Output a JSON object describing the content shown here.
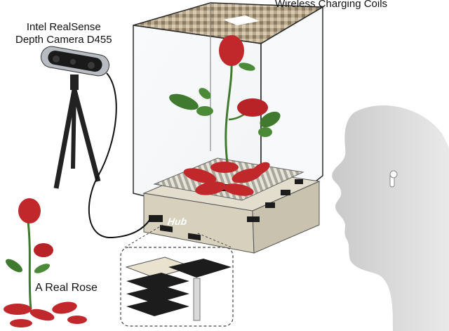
{
  "labels": {
    "camera_line1": "Intel RealSense",
    "camera_line2": "Depth Camera D455",
    "coils": "Wireless Charging Coils",
    "rose": "A Real Rose",
    "hub": "Hub"
  },
  "colors": {
    "rose_red": "#c0282c",
    "leaf_green": "#3f7a2e",
    "box_edge": "#2a2a2a",
    "base": "#d8d3c2",
    "head": "#d9d9d9",
    "coil_board": "#1c1c1c"
  },
  "icons": [
    "camera-icon",
    "tripod-icon",
    "rose-icon",
    "head-icon",
    "earbud-icon",
    "coil-layer-icon"
  ]
}
